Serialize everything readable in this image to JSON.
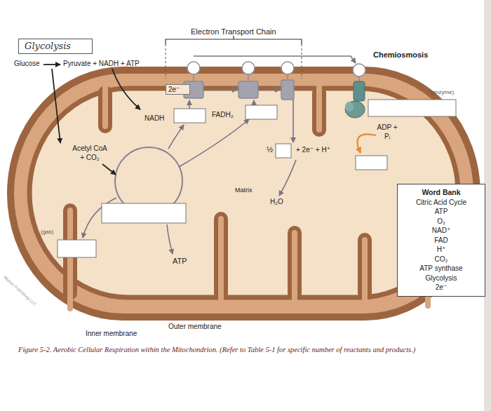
{
  "diagram": {
    "caption": "Figure 5-2. Aerobic Cellular Respiration within the Mitochondrion. (Refer to Table 5-1 for specific number of reactants and products.)",
    "nodes": [
      {
        "text": [
          "Glycolysis"
        ]
      },
      {
        "text": [
          "2e⁻"
        ]
      },
      {
        "text": [
          "Word Bank",
          "Citric Acid Cycle",
          "ATP",
          "O₂",
          "NAD⁺",
          "FAD",
          "H⁺",
          "CO₂",
          "ATP synthase",
          "Glycolysis",
          "2e⁻"
        ]
      }
    ],
    "labels": [
      "Glucose",
      "Pyruvate + NADH + ATP",
      "Electron Transport Chain",
      "Chemiosmosis",
      "NADH",
      "FADH₂",
      "(enzyme)",
      "ADP + Pᵢ",
      "Acetyl CoA + CO₂",
      "½",
      "+ 2e⁻ + H⁺",
      "Matrix",
      "H₂O",
      "(gas)",
      "ATP",
      "Inner membrane",
      "Outer membrane",
      "Morton Publishing LLC"
    ]
  }
}
